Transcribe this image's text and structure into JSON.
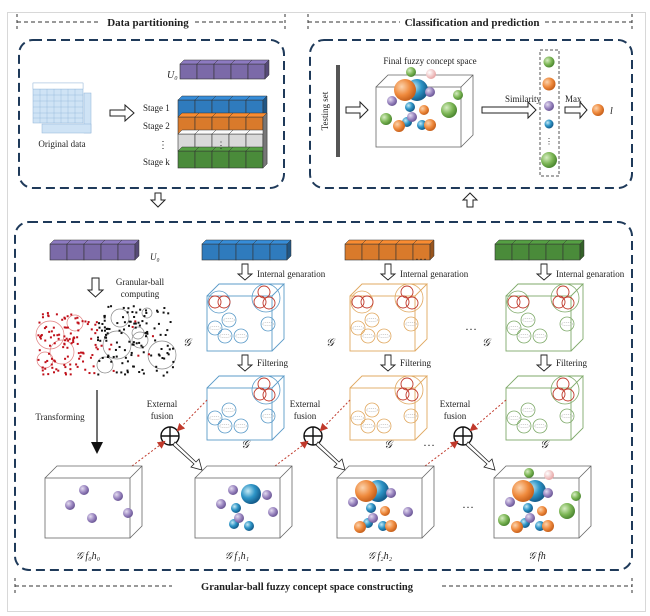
{
  "sections": {
    "data_partitioning": "Data partitioning",
    "classification": "Classification and prediction",
    "constructing": "Granular-ball fuzzy concept space constructing"
  },
  "partition": {
    "original_data_label": "Original data",
    "u0_label": "U₀",
    "stages": [
      "Stage 1",
      "Stage 2",
      "⋮",
      "Stage k"
    ],
    "colors": {
      "u0": "#7b6aa8",
      "stage1": "#2f7bbd",
      "stage2": "#d97a2b",
      "stage_mid": "#d9d9d9",
      "stagek": "#4a8b3a"
    }
  },
  "classification": {
    "testing_set_label": "Testing set",
    "final_space_label": "Final fuzzy concept space",
    "similarity_label": "Similarity",
    "max_label": "Max",
    "result_label": "l"
  },
  "constructing": {
    "u0_label": "U₀",
    "granular_label_1": "Granular-ball",
    "granular_label_2": "computing",
    "transforming_label": "Transforming",
    "internal_generation_label": "Internal genaration",
    "filtering_label": "Filtering",
    "external_fusion_1": "External",
    "external_fusion_2": "fusion",
    "ellipsis": "…",
    "g_labels": [
      "𝒢",
      "𝒢",
      "𝒢"
    ],
    "space_labels": [
      "𝒢 f₀h₀",
      "𝒢 f₁h₁",
      "𝒢 f₂h₂",
      "𝒢 fh"
    ]
  },
  "icons": [
    "arrow-down-icon",
    "arrow-up-icon",
    "arrow-right-icon",
    "oplus-icon",
    "cube-icon",
    "ball-icon"
  ]
}
